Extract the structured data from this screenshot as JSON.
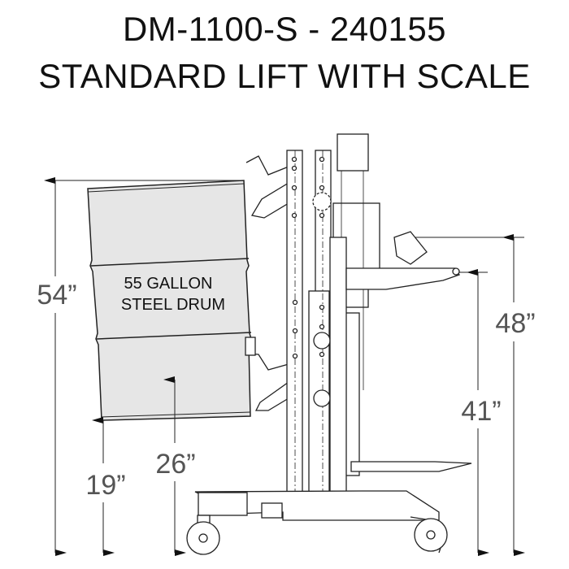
{
  "title": {
    "line1": "DM-1100-S - 240155",
    "line2": "STANDARD LIFT WITH SCALE"
  },
  "drum": {
    "label_line1": "55 GALLON",
    "label_line2": "STEEL DRUM",
    "fill": "#e6e6e6"
  },
  "dimensions": {
    "overall_height": "54”",
    "drum_bottom_height": "19”",
    "drum_lift_height": "26”",
    "scale_height": "48”",
    "pivot_height": "41”"
  },
  "colors": {
    "line": "#222222",
    "dim_text": "#555555"
  }
}
